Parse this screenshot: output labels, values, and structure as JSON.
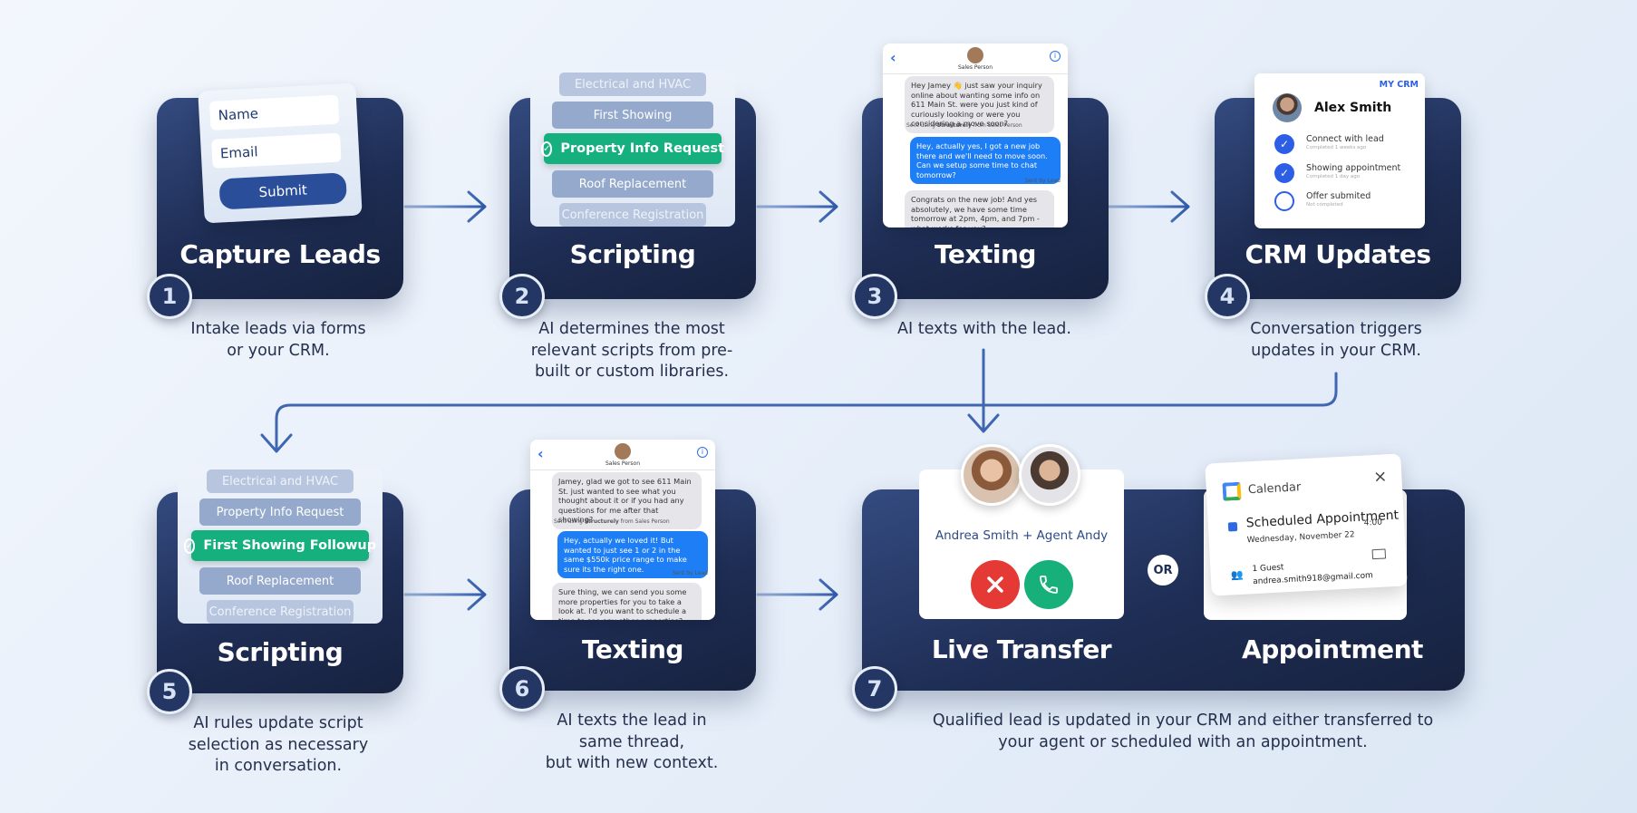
{
  "steps": [
    {
      "number": "1",
      "title": "Capture Leads",
      "desc": [
        "Intake leads via forms",
        "or your CRM."
      ]
    },
    {
      "number": "2",
      "title": "Scripting",
      "desc": [
        "AI determines the most",
        "relevant scripts from pre-",
        "built or custom libraries."
      ]
    },
    {
      "number": "3",
      "title": "Texting",
      "desc": [
        "AI texts with the lead."
      ]
    },
    {
      "number": "4",
      "title": "CRM Updates",
      "desc": [
        "Conversation triggers",
        "updates in your CRM."
      ]
    },
    {
      "number": "5",
      "title": "Scripting",
      "desc": [
        "AI rules update script",
        "selection as necessary",
        "in conversation."
      ]
    },
    {
      "number": "6",
      "title": "Texting",
      "desc": [
        "AI texts the lead in",
        "same thread,",
        "but with new context."
      ]
    },
    {
      "number": "7",
      "title_left": "Live Transfer",
      "title_right": "Appointment",
      "or_label": "OR",
      "desc": [
        "Qualified lead is updated in your CRM and either transferred to",
        "your agent or scheduled with an appointment."
      ]
    }
  ],
  "form": {
    "name_placeholder": "Name",
    "email_placeholder": "Email",
    "submit_label": "Submit"
  },
  "scripting1": {
    "items": [
      "Electrical and HVAC",
      "First Showing",
      "Property Info Request",
      "Roof Replacement",
      "Conference Registration"
    ],
    "active": "Property Info Request"
  },
  "scripting2": {
    "items": [
      "Electrical and HVAC",
      "Property Info Request",
      "First Showing Followup",
      "Roof Replacement",
      "Conference Registration"
    ],
    "active": "First Showing Followup"
  },
  "texting1": {
    "contact_name": "Sales Person",
    "msg1": "Hey Jamey 👋 just saw your inquiry online about wanting some info on 611 Main St. were you just kind of curiously looking or were you considering a move soon?",
    "meta1_prefix": "Sent using",
    "meta1_brand": "Structurely",
    "meta1_suffix": "from Sales Person",
    "msg2": "Hey, actually yes, I got a new job there and we'll need to move soon. Can we setup some time to chat tomorrow?",
    "meta2": "Sent by Lead",
    "msg3": "Congrats on the new job! And yes absolutely, we have some time tomorrow at 2pm, 4pm, and 7pm - what works for you?"
  },
  "texting2": {
    "contact_name": "Sales Person",
    "msg1": "Jamey, glad we got to see 611 Main St. just wanted to see what you thought about it or if you had any questions for me after that showing?",
    "meta1_prefix": "Sent using",
    "meta1_brand": "Structurely",
    "meta1_suffix": "from Sales Person",
    "msg2": "Hey, actually we loved it! But wanted to just see 1 or 2 in the same $550k price range to make sure its the right one.",
    "meta2": "Sent by Lead",
    "msg3": "Sure thing, we can send you some more properties for you to take a look at. I'd you want to schedule a time to see any other properties? Did you have any others in mind?"
  },
  "crm": {
    "badge": "MY CRM",
    "contact": "Alex Smith",
    "items": [
      {
        "label": "Connect with lead",
        "sub": "Completed 1 weeks ago",
        "done": true
      },
      {
        "label": "Showing appointment",
        "sub": "Completed 1 day ago",
        "done": true
      },
      {
        "label": "Offer submited",
        "sub": "Not completed",
        "done": false
      }
    ]
  },
  "live_transfer": {
    "names": "Andrea Smith + Agent Andy"
  },
  "calendar": {
    "app": "Calendar",
    "event": "Scheduled Appointment",
    "date": "Wednesday, November 22",
    "time": "4:00",
    "guests": "1 Guest",
    "email": "andrea.smith918@gmail.com"
  },
  "colors": {
    "card": "#1e2d54",
    "accent": "#2d5fe6",
    "active": "#15b07d",
    "arrow": "#3f66b0",
    "decline": "#e53935",
    "accept": "#17b07a"
  }
}
